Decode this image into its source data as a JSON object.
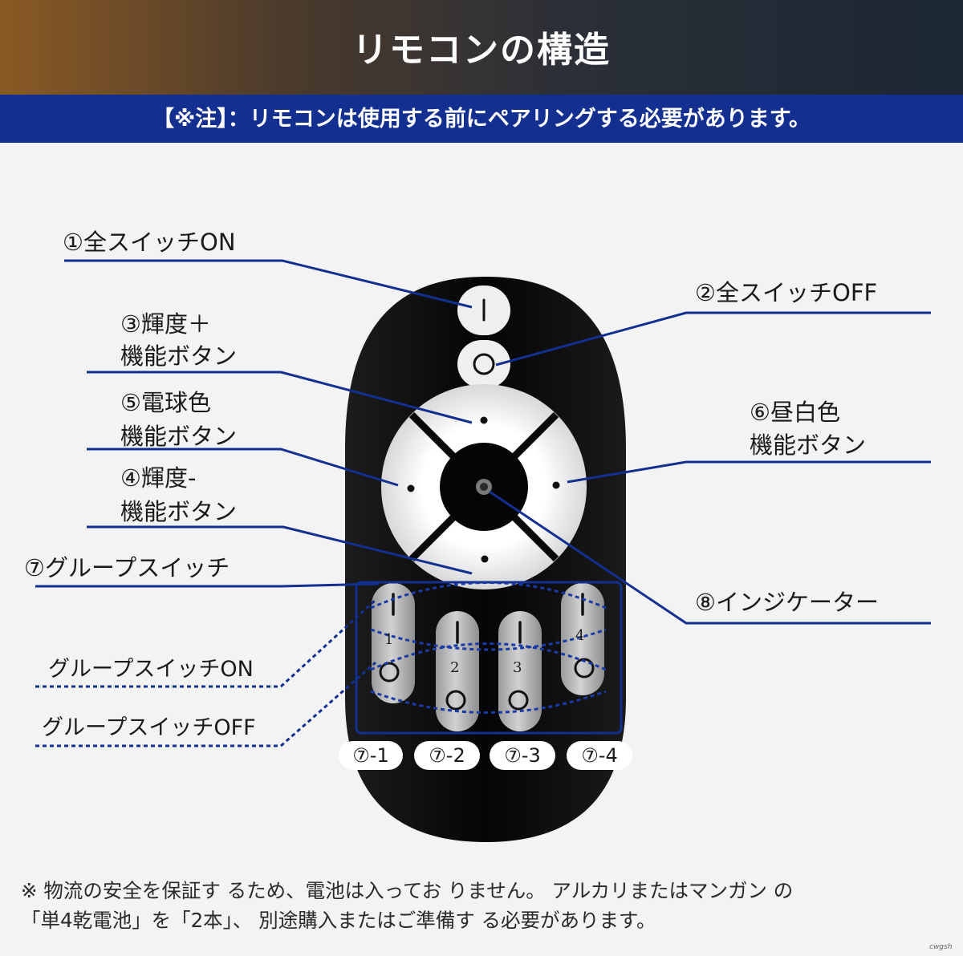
{
  "header": {
    "title": "リモコンの構造",
    "notice": "【※注】：リモコンは使用する前にペアリングする必要があります。"
  },
  "labels": {
    "all_on": "①全スイッチON",
    "all_off": "②全スイッチOFF",
    "brightness_up_line1": "③輝度＋",
    "brightness_up_line2": "機能ボタン",
    "warm_line1": "⑤電球色",
    "warm_line2": "機能ボタン",
    "brightness_down_line1": "④輝度-",
    "brightness_down_line2": "機能ボタン",
    "daylight_line1": "⑥昼白色",
    "daylight_line2": "機能ボタン",
    "group_switch": "⑦グループスイッチ",
    "indicator": "⑧インジケーター",
    "group_on": "グループスイッチON",
    "group_off": "グループスイッチOFF"
  },
  "group_tags": [
    "⑦-1",
    "⑦-2",
    "⑦-3",
    "⑦-4"
  ],
  "group_numbers": [
    "1",
    "2",
    "3",
    "4"
  ],
  "footer": {
    "line1": "※ 物流の安全を保証す るため、電池は入ってお りません。 アルカリまたはマンガン の",
    "line2": "「単4乾電池」を「2本」、 別途購入またはご準備す る必要があります。"
  },
  "signature": "cwgsh",
  "colors": {
    "accent_blue": "#132f8f",
    "remote_body": "#0c0c0c",
    "button_light": "#f0f0f0",
    "group_button": "#bdbdbd"
  }
}
